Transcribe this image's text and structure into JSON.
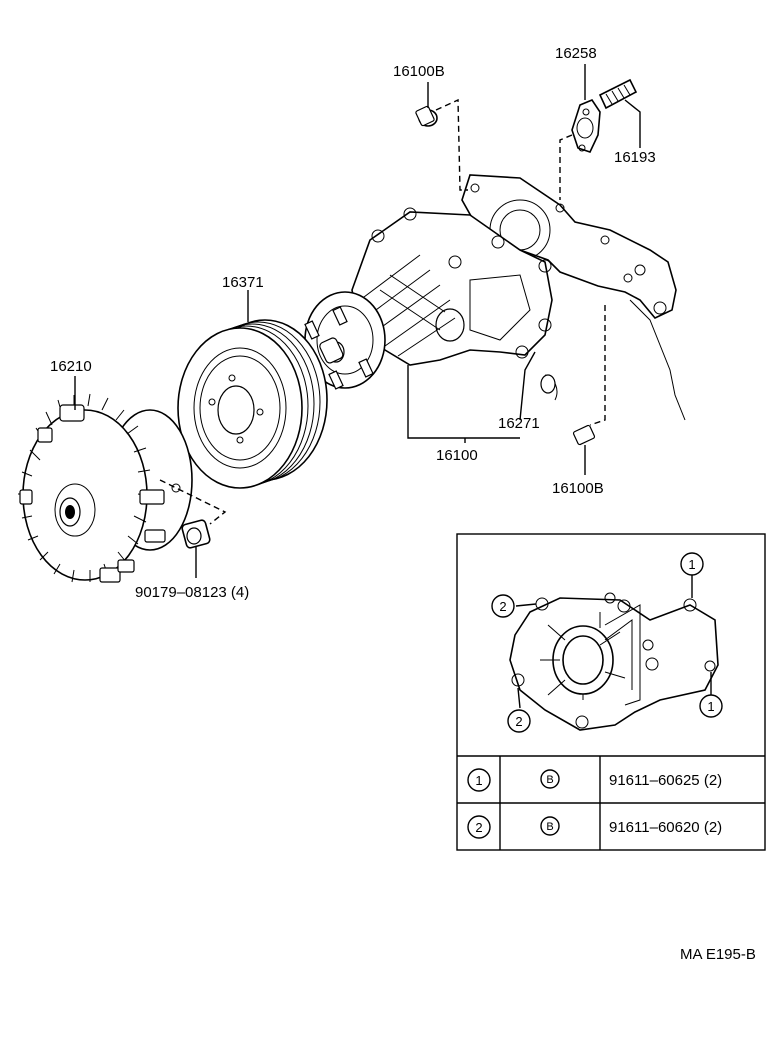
{
  "labels": {
    "p16100b_top": "16100B",
    "p16258": "16258",
    "p16193": "16193",
    "p16371": "16371",
    "p16210": "16210",
    "p16271": "16271",
    "p16100": "16100",
    "p16100b_bottom": "16100B",
    "p90179": "90179–08123 (4)"
  },
  "inset": {
    "callouts": [
      "1",
      "2",
      "2",
      "1"
    ],
    "rows": [
      {
        "index": "1",
        "symbol": "B",
        "part": "91611–60625 (2)"
      },
      {
        "index": "2",
        "symbol": "B",
        "part": "91611–60620 (2)"
      }
    ]
  },
  "footer": {
    "code": "MA E195-B"
  }
}
